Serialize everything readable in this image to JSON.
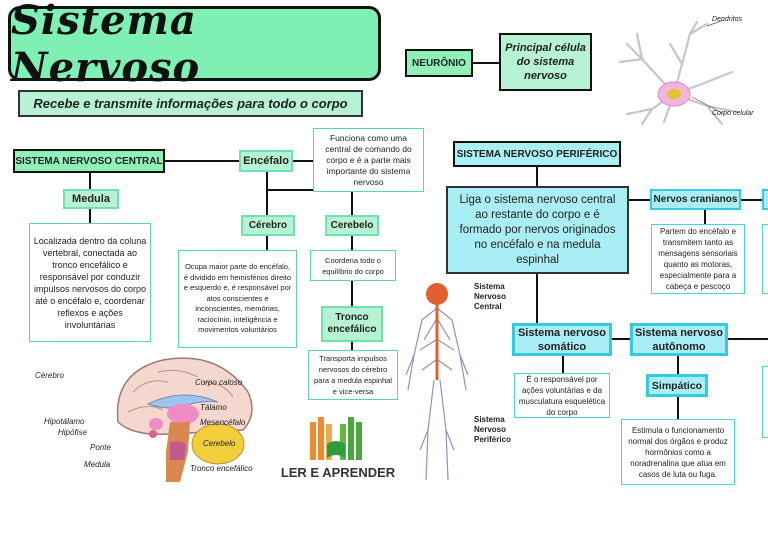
{
  "title": "Sistema Nervoso",
  "subtitle": "Recebe e transmite informações para todo o corpo",
  "neuron": {
    "label": "NEURÔNIO",
    "description": "Principal célula do sistema nervoso",
    "image_labels": {
      "dendrites": "Dendritos",
      "cell_body": "Corpo celular"
    }
  },
  "central": {
    "label": "SISTEMA NERVOSO CENTRAL",
    "medula": {
      "title": "Medula",
      "desc": "Localizada dentro da coluna vertebral, conectada ao tronco encefálico e responsável por conduzir impulsos nervosos do corpo até o encéfalo e, coordenar reflexos e ações involuntárias"
    },
    "encefalo": {
      "title": "Encéfalo",
      "desc": "Funciona como uma central de comando do corpo e é a parte mais importante do sistema nervoso"
    },
    "cerebro": {
      "title": "Cérebro",
      "desc": "Ocupa maior parte do encéfalo, é dividido em hemisférios direito e esquerdo e, é responsável por atos conscientes e inconscientes, memórias, raciocínio, inteligência e movimentos voluntários"
    },
    "cerebelo": {
      "title": "Cerebelo",
      "desc": "Coordena todo o equilíbrio do corpo"
    },
    "tronco": {
      "title": "Tronco encefálico",
      "desc": "Transporta impulsos nervosos do cérebro para a medula espinhal e vice-versa"
    }
  },
  "brain_labels": {
    "cerebro": "Cérebro",
    "corpo_caloso": "Corpo caloso",
    "talamo": "Tálamo",
    "mesencefalo": "Mesencéfalo",
    "hipotalamo": "Hipotálamo",
    "hipofise": "Hipófise",
    "cerebelo": "Cerebelo",
    "ponte": "Ponte",
    "medula": "Medula",
    "tronco": "Tronco encefálico"
  },
  "logo": {
    "text": "LER E APRENDER"
  },
  "body_labels": {
    "central": "Sistema Nervoso Central",
    "peripheral": "Sistema Nervoso Periférico"
  },
  "peripheral": {
    "label": "SISTEMA NERVOSO PERIFÉRICO",
    "desc": "Liga o sistema nervoso central ao restante do corpo e é formado por nervos originados no encéfalo e na medula espinhal",
    "cranianos": {
      "title": "Nervos cranianos",
      "desc": "Partem do encéfalo e transmitem tanto as mensagens sensoriais quanto as motoras, especialmente para a cabeça e pescoço"
    },
    "somatico": {
      "title": "Sistema nervoso somático",
      "desc": "É o responsável por ações voluntárias e da musculatura esquelética do corpo"
    },
    "autonomo": {
      "title": "Sistema nervoso autônomo"
    },
    "simpatico": {
      "title": "Simpático",
      "desc": "Estimula o funcionamento normal dos órgãos e produz hormônios como a noradrenalina que atua em casos de luta ou fuga."
    }
  },
  "colors": {
    "green": "#8ff0b8",
    "mint": "#b7f3d3",
    "cyan": "#a9eef4",
    "line": "#111111"
  }
}
